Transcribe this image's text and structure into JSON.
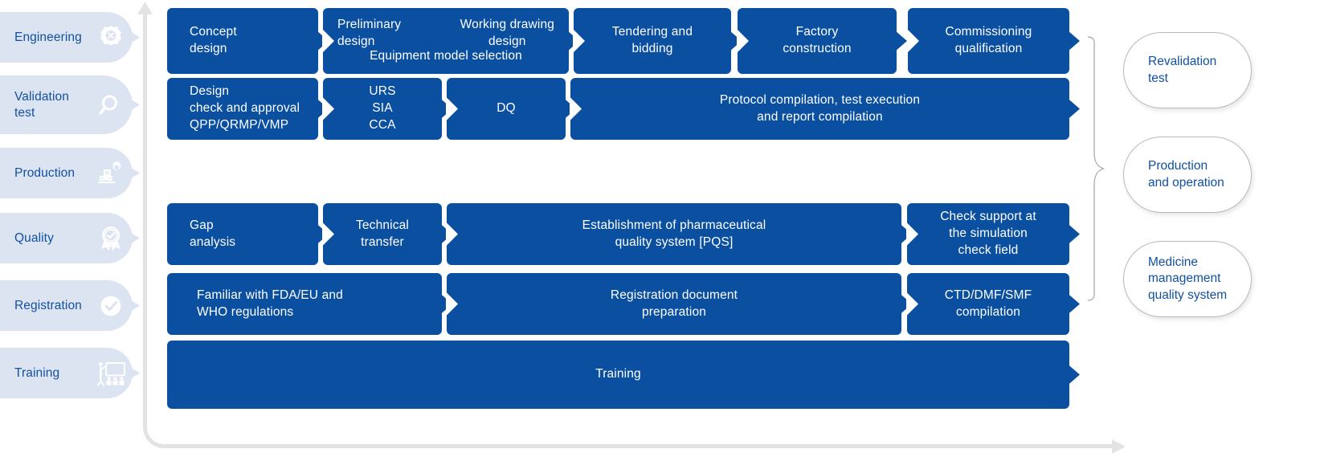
{
  "diagram": {
    "title": "Pharmaceutical project lifecycle swimlane chart",
    "colors": {
      "process_blue": "#0b50a0",
      "sidebar_fill": "#dce4f2",
      "label_blue": "#1250a0",
      "axis_gray": "#e3e3e3",
      "oval_border": "#b9b9b9"
    }
  },
  "sidebar": {
    "items": [
      {
        "label": "Engineering",
        "icon": "gear-wrench-icon"
      },
      {
        "label": "Validation\ntest",
        "icon": "magnifier-icon"
      },
      {
        "label": "Production",
        "icon": "factory-gear-icon"
      },
      {
        "label": "Quality",
        "icon": "award-ribbon-check-icon"
      },
      {
        "label": "Registration",
        "icon": "check-circle-icon"
      },
      {
        "label": "Training",
        "icon": "presenter-board-icon"
      }
    ]
  },
  "lanes": [
    {
      "name": "engineering-lane",
      "steps": [
        {
          "id": "concept-design",
          "text": "Concept\ndesign"
        },
        {
          "id": "design-stage",
          "left": "Preliminary\ndesign",
          "right": "Working drawing\ndesign",
          "sub": "Equipment model selection"
        },
        {
          "id": "tendering-bidding",
          "text": "Tendering and\nbidding"
        },
        {
          "id": "factory-construction",
          "text": "Factory\nconstruction"
        },
        {
          "id": "commissioning-qualification",
          "text": "Commissioning\nqualification"
        }
      ]
    },
    {
      "name": "validation-lane",
      "steps": [
        {
          "id": "design-check",
          "text": "Design\ncheck and approval\nQPP/QRMP/VMP"
        },
        {
          "id": "urs-sia-cca",
          "text": "URS\nSIA\nCCA"
        },
        {
          "id": "dq",
          "text": "DQ"
        },
        {
          "id": "protocol-compilation",
          "text": "Protocol compilation, test execution\nand report compilation"
        }
      ]
    },
    {
      "name": "quality-lane",
      "steps": [
        {
          "id": "gap-analysis",
          "text": "Gap\nanalysis"
        },
        {
          "id": "technical-transfer",
          "text": "Technical\ntransfer"
        },
        {
          "id": "pqs-establishment",
          "text": "Establishment of pharmaceutical\nquality system [PQS]"
        },
        {
          "id": "simulation-check-support",
          "text": "Check support at\nthe simulation\ncheck field"
        }
      ]
    },
    {
      "name": "registration-lane",
      "steps": [
        {
          "id": "fda-eu-who-regulations",
          "text": "Familiar with FDA/EU and\nWHO regulations"
        },
        {
          "id": "registration-document",
          "text": "Registration document\npreparation"
        },
        {
          "id": "ctd-dmf-smf",
          "text": "CTD/DMF/SMF\ncompilation"
        }
      ]
    },
    {
      "name": "training-lane",
      "steps": [
        {
          "id": "training",
          "text": "Training"
        }
      ]
    }
  ],
  "outcomes": [
    {
      "id": "revalidation-test",
      "label": "Revalidation\ntest"
    },
    {
      "id": "production-operation",
      "label": "Production\nand operation"
    },
    {
      "id": "medicine-management",
      "label": "Medicine\nmanagement\nquality system"
    }
  ]
}
